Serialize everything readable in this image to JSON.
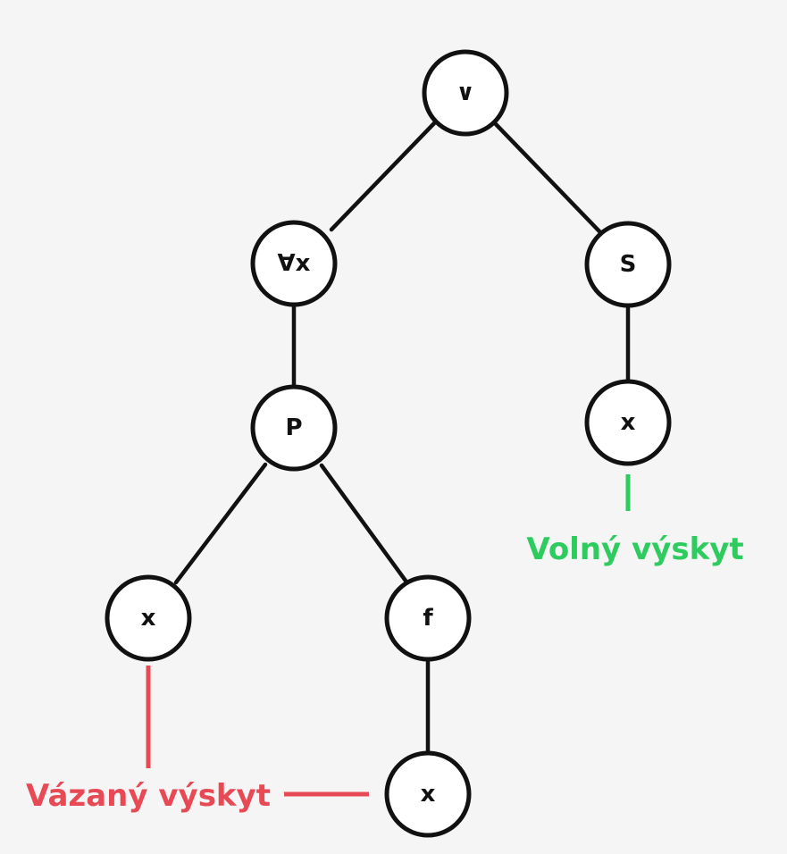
{
  "diagram": {
    "nodes": {
      "or": "∨",
      "forall": "∀x",
      "pred_s": "S",
      "pred_p": "P",
      "var_s": "x",
      "var_p_left": "x",
      "func_f": "f",
      "var_f": "x"
    },
    "annotations": {
      "free": {
        "text": "Volný výskyt",
        "color": "#2ecc5f"
      },
      "bound": {
        "text": "Vázaný výskyt",
        "color": "#e84a55"
      }
    },
    "colors": {
      "node_stroke": "#111111",
      "node_fill": "#ffffff",
      "background": "#f5f5f5"
    }
  }
}
